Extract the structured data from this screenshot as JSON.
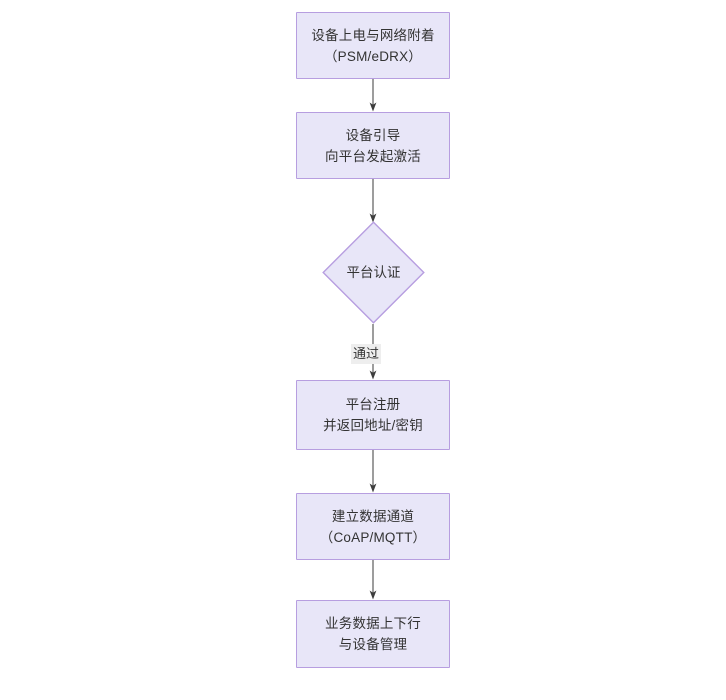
{
  "diagram": {
    "type": "flowchart",
    "orientation": "top-to-bottom",
    "background_color": "#ffffff",
    "node_fill_color": "#e8e6f8",
    "node_border_color": "#b79ee0",
    "text_color": "#333333",
    "edge_color": "#4d4d4d",
    "nodes": [
      {
        "id": "n1",
        "shape": "rect",
        "label": "设备上电与网络附着\n（PSM/eDRX）",
        "line1": "设备上电与网络附着",
        "line2": "（PSM/eDRX）"
      },
      {
        "id": "n2",
        "shape": "rect",
        "label": "设备引导\n向平台发起激活",
        "line1": "设备引导",
        "line2": "向平台发起激活"
      },
      {
        "id": "n3",
        "shape": "diamond",
        "label": "平台认证",
        "line1": "平台认证",
        "line2": ""
      },
      {
        "id": "n4",
        "shape": "rect",
        "label": "平台注册\n并返回地址/密钥",
        "line1": "平台注册",
        "line2": "并返回地址/密钥"
      },
      {
        "id": "n5",
        "shape": "rect",
        "label": "建立数据通道\n（CoAP/MQTT）",
        "line1": "建立数据通道",
        "line2": "（CoAP/MQTT）"
      },
      {
        "id": "n6",
        "shape": "rect",
        "label": "业务数据上下行\n与设备管理",
        "line1": "业务数据上下行",
        "line2": "与设备管理"
      }
    ],
    "edges": [
      {
        "id": "e1",
        "from": "n1",
        "to": "n2",
        "label": ""
      },
      {
        "id": "e2",
        "from": "n2",
        "to": "n3",
        "label": ""
      },
      {
        "id": "e3",
        "from": "n3",
        "to": "n4",
        "label": "通过"
      },
      {
        "id": "e4",
        "from": "n4",
        "to": "n5",
        "label": ""
      },
      {
        "id": "e5",
        "from": "n5",
        "to": "n6",
        "label": ""
      }
    ]
  }
}
